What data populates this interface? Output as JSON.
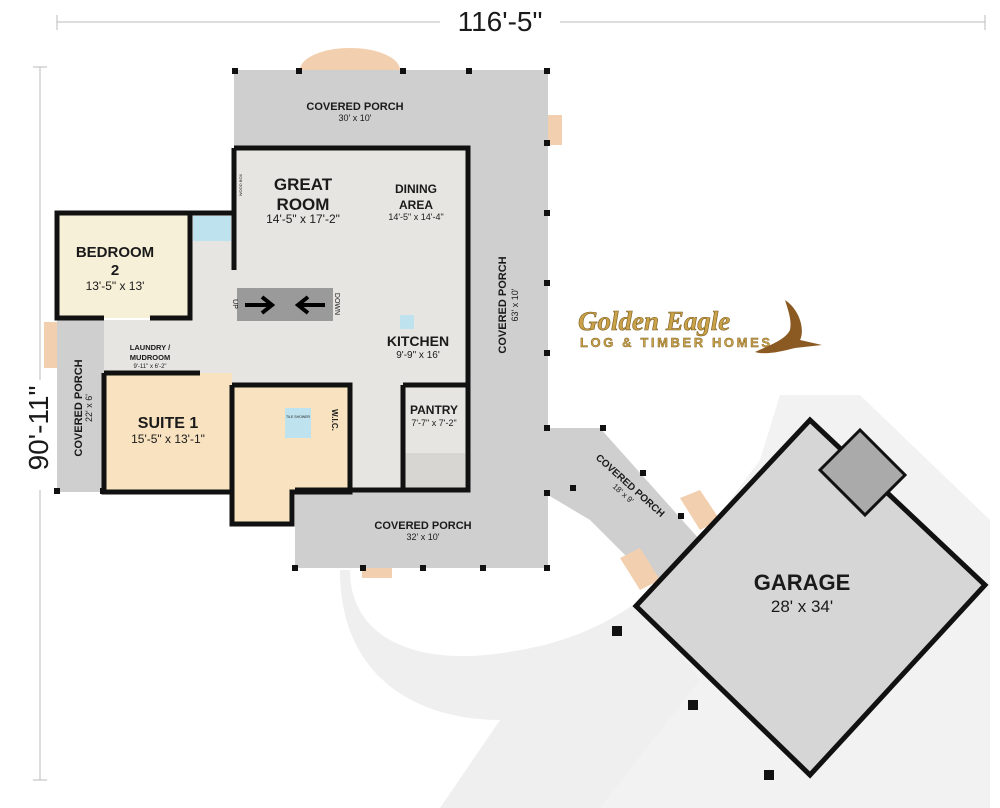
{
  "dimensions": {
    "width_total": "116'-5\"",
    "depth_total": "90'-11\""
  },
  "rooms": {
    "porch_top": {
      "name": "COVERED PORCH",
      "size": "30' x 10'"
    },
    "porch_right": {
      "name": "COVERED PORCH",
      "size": "63' x 10'"
    },
    "porch_bottom": {
      "name": "COVERED PORCH",
      "size": "32' x 10'"
    },
    "porch_left": {
      "name": "COVERED PORCH",
      "size": "22' x 6'"
    },
    "porch_breezeway": {
      "name": "COVERED PORCH",
      "size": "18' x 9'"
    },
    "great_room": {
      "name1": "GREAT",
      "name2": "ROOM",
      "size": "14'-5\" x 17'-2\""
    },
    "dining": {
      "name1": "DINING",
      "name2": "AREA",
      "size": "14'-5\" x 14'-4\""
    },
    "bedroom2": {
      "name1": "BEDROOM",
      "name2": "2",
      "size": "13'-5\" x 13'"
    },
    "laundry": {
      "name1": "LAUNDRY /",
      "name2": "MUDROOM",
      "size": "9'-11\" x 6'-2\""
    },
    "suite1": {
      "name": "SUITE 1",
      "size": "15'-5\" x 13'-1\""
    },
    "kitchen": {
      "name": "KITCHEN",
      "size": "9'-9\" x 16'"
    },
    "pantry": {
      "name": "PANTRY",
      "size": "7'-7\" x 7'-2\""
    },
    "wic": {
      "name": "W.I.C."
    },
    "shower": {
      "name": "TILE SHOWER"
    },
    "wood_box": {
      "name": "WOOD BOX"
    },
    "garage": {
      "name": "GARAGE",
      "size": "28' x 34'"
    }
  },
  "stairs": {
    "up": "UP",
    "down": "DOWN"
  },
  "logo": {
    "line1": "Golden Eagle",
    "line2": "LOG & TIMBER HOMES"
  },
  "colors": {
    "porch": "#cfcfcf",
    "interior": "#e7e5e1",
    "bedroom": "#f7f0d8",
    "suite": "#f8e2bf",
    "wood": "#f2cfae",
    "logo_gold": "#c9a24a"
  }
}
